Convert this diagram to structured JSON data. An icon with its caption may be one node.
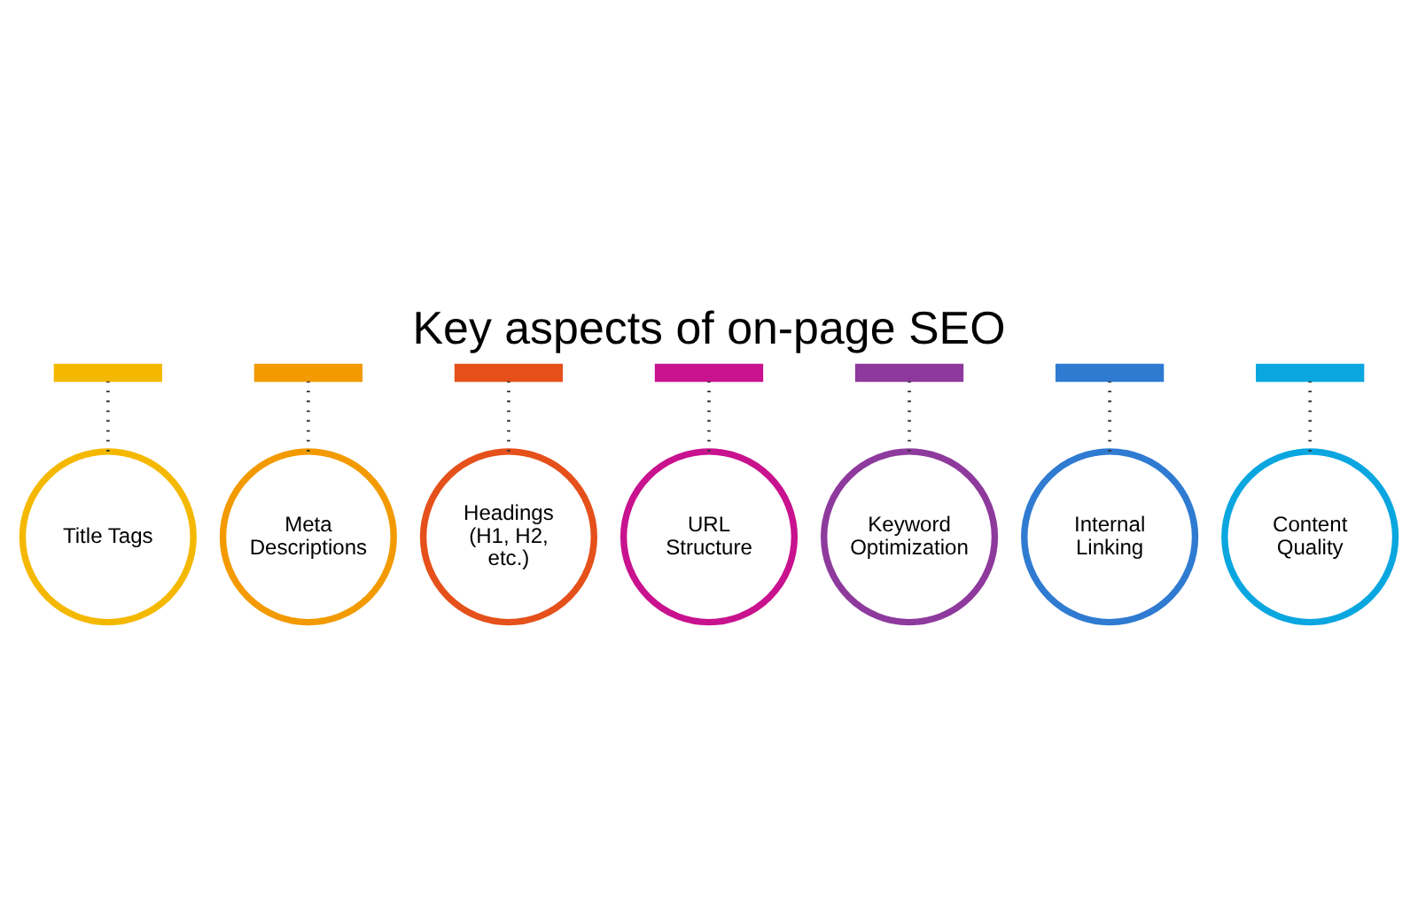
{
  "diagram": {
    "title": "Key aspects of on-page SEO",
    "nodes": [
      {
        "text": [
          "Title Tags"
        ]
      },
      {
        "text": [
          "Meta Descriptions"
        ]
      },
      {
        "text": [
          "Headings (H1, H2, etc.)"
        ]
      },
      {
        "text": [
          "URL Structure"
        ]
      },
      {
        "text": [
          "Keyword Optimization"
        ]
      },
      {
        "text": [
          "Internal Linking"
        ]
      },
      {
        "text": [
          "Content Quality"
        ]
      },
      {
        "text": [],
        "shape": "bar"
      },
      {
        "text": [],
        "shape": "bar"
      },
      {
        "text": [],
        "shape": "bar"
      },
      {
        "text": [],
        "shape": "bar"
      },
      {
        "text": [],
        "shape": "bar"
      },
      {
        "text": [],
        "shape": "bar"
      },
      {
        "text": [],
        "shape": "bar"
      }
    ],
    "edges": [
      {
        "from": 0,
        "to": 7,
        "arrow": "none",
        "style": "dashed"
      },
      {
        "from": 1,
        "to": 8,
        "arrow": "none",
        "style": "dashed"
      },
      {
        "from": 2,
        "to": 9,
        "arrow": "none",
        "style": "dashed"
      },
      {
        "from": 3,
        "to": 10,
        "arrow": "none",
        "style": "dashed"
      },
      {
        "from": 4,
        "to": 11,
        "arrow": "none",
        "style": "dashed"
      },
      {
        "from": 5,
        "to": 12,
        "arrow": "none",
        "style": "dashed"
      },
      {
        "from": 6,
        "to": 13,
        "arrow": "none",
        "style": "dashed"
      }
    ]
  }
}
